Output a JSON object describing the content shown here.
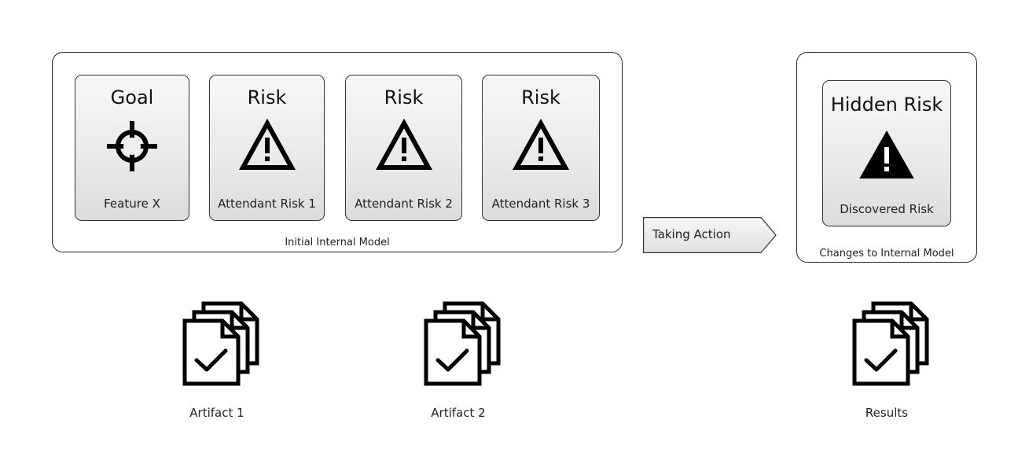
{
  "initial_model": {
    "label": "Initial Internal Model",
    "cards": [
      {
        "title": "Goal",
        "icon": "crosshair-icon",
        "subtitle": "Feature X"
      },
      {
        "title": "Risk",
        "icon": "warning-outline-icon",
        "subtitle": "Attendant Risk 1"
      },
      {
        "title": "Risk",
        "icon": "warning-outline-icon",
        "subtitle": "Attendant Risk 2"
      },
      {
        "title": "Risk",
        "icon": "warning-outline-icon",
        "subtitle": "Attendant Risk 3"
      }
    ]
  },
  "action": {
    "label": "Taking Action"
  },
  "changed_model": {
    "label": "Changes to Internal Model",
    "card": {
      "title": "Hidden Risk",
      "icon": "warning-filled-icon",
      "subtitle": "Discovered Risk"
    }
  },
  "artifacts": [
    {
      "label": "Artifact 1",
      "icon": "document-stack-check-icon"
    },
    {
      "label": "Artifact 2",
      "icon": "document-stack-check-icon"
    },
    {
      "label": "Results",
      "icon": "document-stack-check-icon"
    }
  ]
}
